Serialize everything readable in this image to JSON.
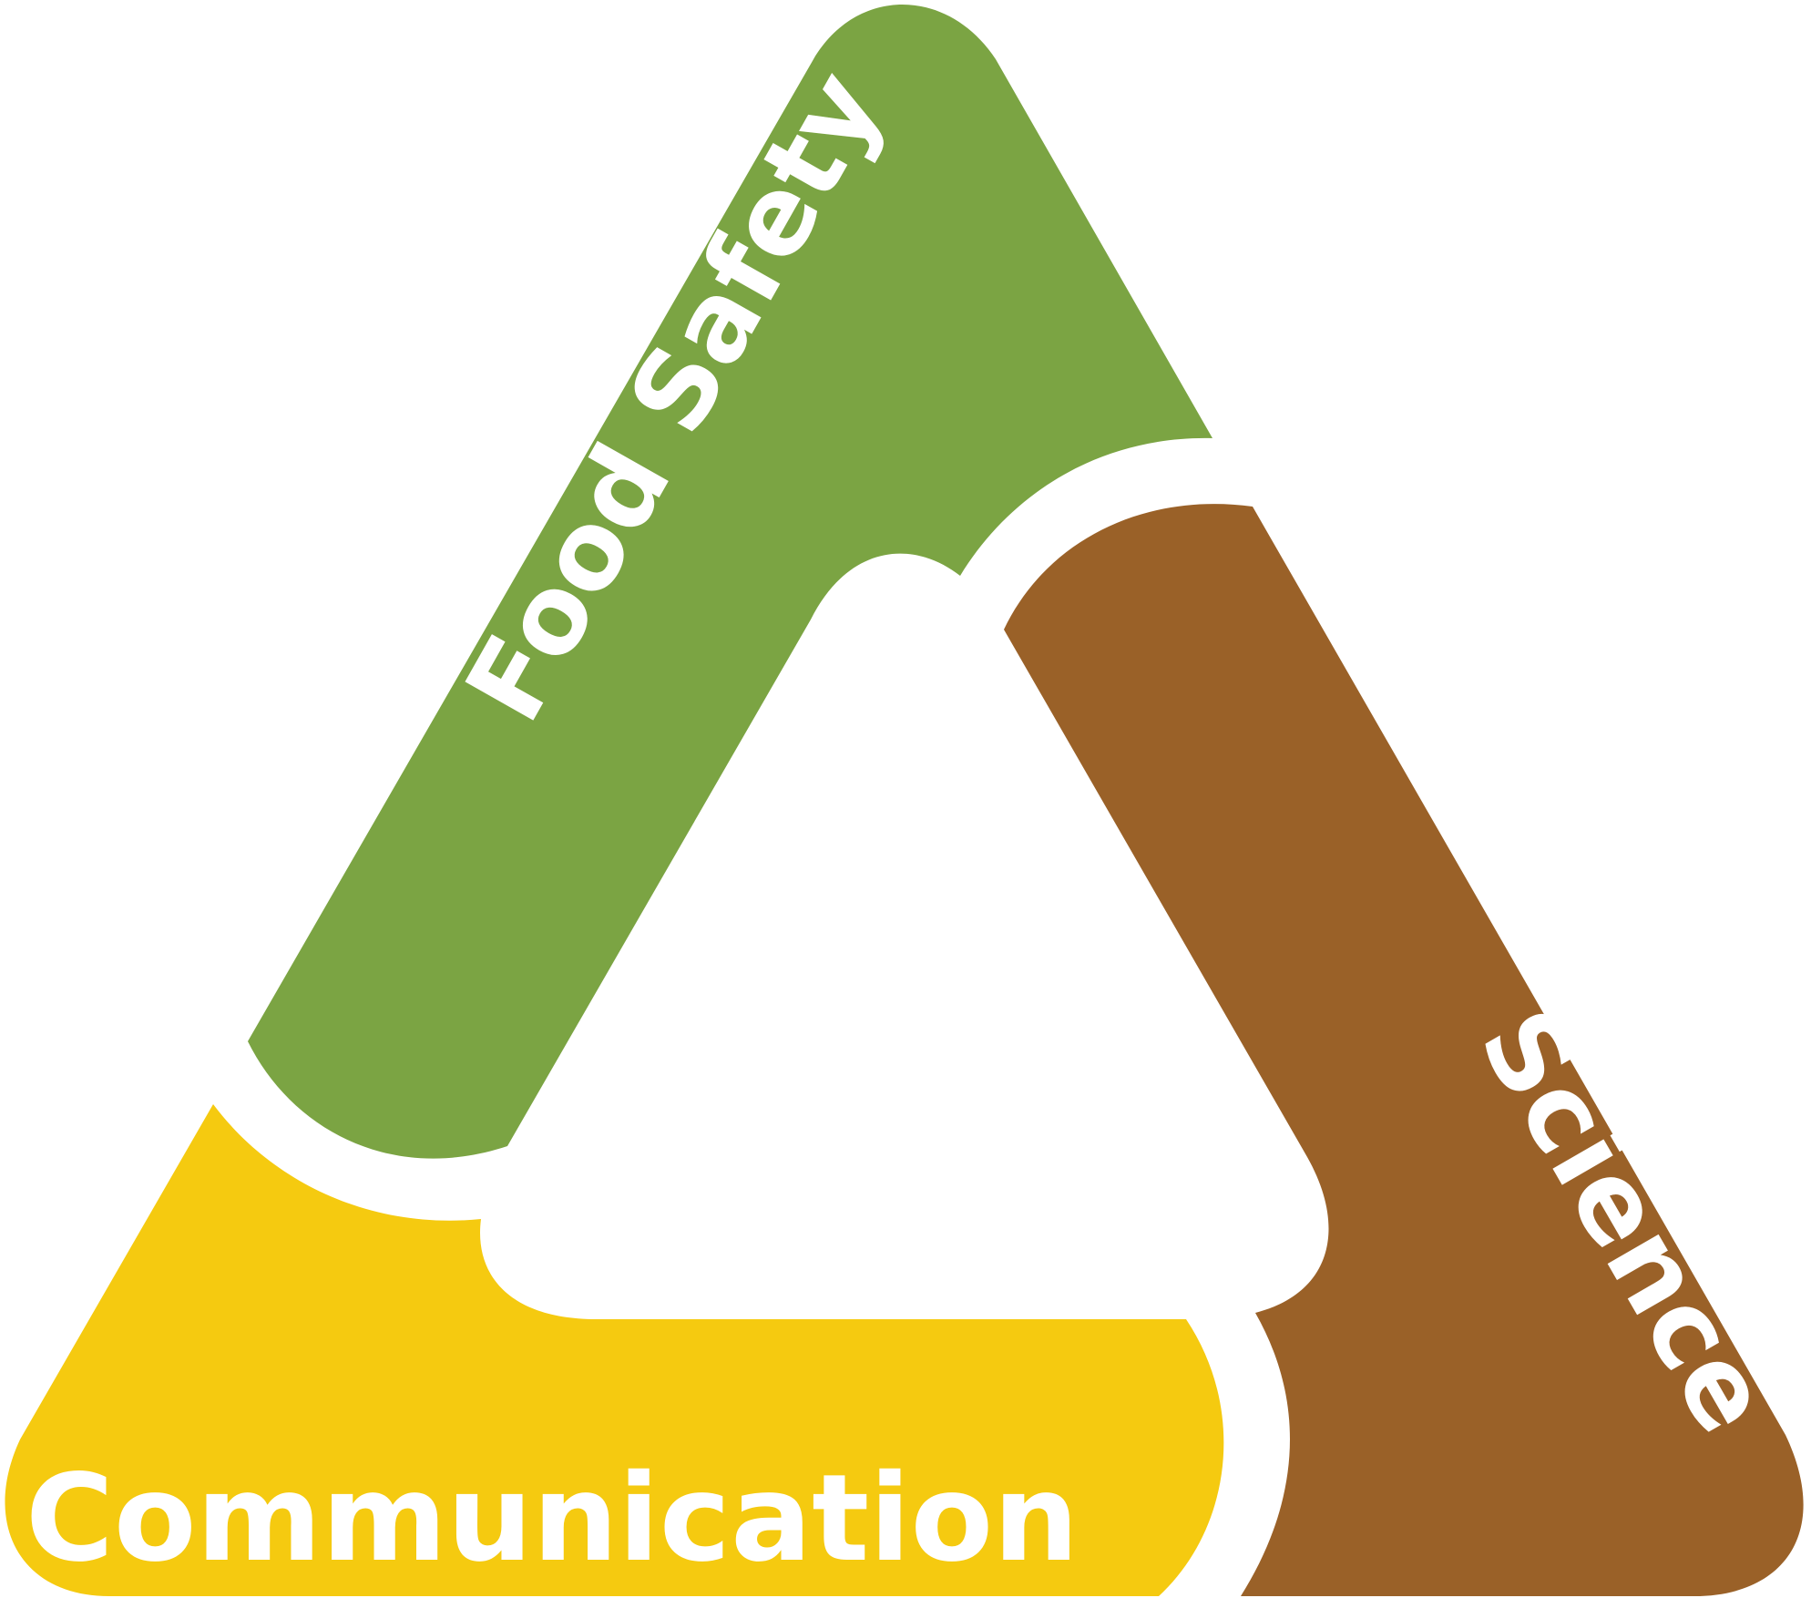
{
  "diagram": {
    "type": "triangle-logo",
    "segments": [
      {
        "id": "food-safety",
        "label": "Food Safety",
        "color": "#7BA443",
        "position": "left-top arm"
      },
      {
        "id": "science",
        "label": "Science",
        "color": "#9A6128",
        "position": "right arm"
      },
      {
        "id": "communication",
        "label": "Communication",
        "color": "#F5CA10",
        "position": "bottom arm"
      }
    ],
    "text_color": "#FFFFFF",
    "background": "#FFFFFF"
  }
}
